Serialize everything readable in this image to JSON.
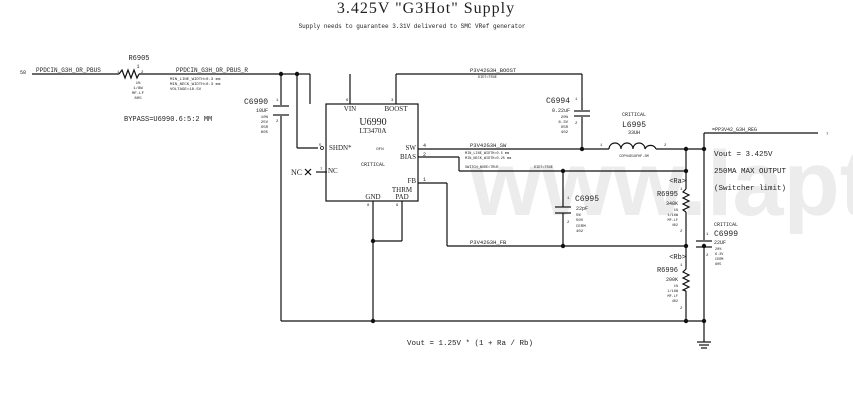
{
  "title": "3.425V \"G3Hot\" Supply",
  "subtitle": "Supply needs to guarantee 3.31V delivered to SMC VRef generator",
  "watermark": "www.laptop",
  "nets": {
    "input_offpage_pin": "58",
    "input_net": "PPDCIN_G3H_OR_PBUS",
    "input_net_r": "PPDCIN_G3H_OR_PBUS_R",
    "input_net_r_props": [
      "MIN_LINE_WIDTH=0.3 mm",
      "MIN_NECK_WIDTH=0.3 mm",
      "VOLTAGE=18.5V"
    ],
    "boost": "P3V42G3H_BOOST",
    "boost_props": "DIDT=TRUE",
    "sw": "P3V42G3H_SW",
    "sw_props": [
      "MIN_LINE_WIDTH=0.5 mm",
      "MIN_NECK_WIDTH=0.25 mm",
      "SWITCH_NODE=TRUE"
    ],
    "sw_didt": "DIDT=TRUE",
    "fb": "P3V42G3H_FB",
    "output_net": "=PP3V42_G3H_REG",
    "output_offpage_pin": "7"
  },
  "bypass_note": "BYPASS=U6990.6:5:2 MM",
  "components": {
    "r6905": {
      "ref": "R6905",
      "value": "1",
      "pin1": "1",
      "pin2": "2",
      "props": [
        "1%",
        "1/8W",
        "MF-LF",
        "805"
      ]
    },
    "c6990": {
      "ref": "C6990",
      "value": "10UF",
      "pin1": "1",
      "pin2": "2",
      "props": [
        "10%",
        "25V",
        "X5R",
        "805"
      ]
    },
    "u6990": {
      "ref": "U6990",
      "part": "LT3470A",
      "package": "DFN",
      "note": "CRITICAL",
      "pins": {
        "vin": {
          "name": "VIN",
          "num": "6"
        },
        "boost": {
          "name": "BOOST",
          "num": "3"
        },
        "shdn": {
          "name": "SHDN*",
          "num": "5"
        },
        "nc": {
          "name": "NC",
          "num": "7"
        },
        "sw": {
          "name": "SW",
          "num": "4"
        },
        "bias": {
          "name": "BIAS",
          "num": "2"
        },
        "fb": {
          "name": "FB",
          "num": "1"
        },
        "gnd": {
          "name": "GND",
          "num": "8"
        },
        "thrm": {
          "name": "THRM",
          "name2": "PAD",
          "num": "9"
        }
      }
    },
    "nc_label": "NC",
    "c6994": {
      "ref": "C6994",
      "value": "0.22uF",
      "pin1": "1",
      "pin2": "2",
      "props": [
        "20%",
        "6.3V",
        "X5R",
        "402"
      ]
    },
    "l6995": {
      "ref": "L6995",
      "note": "CRITICAL",
      "value": "33UH",
      "part": "CDPH4D19FHF-SM",
      "pin1": "1",
      "pin2": "2"
    },
    "c6995": {
      "ref": "C6995",
      "value": "22pF",
      "pin1": "1",
      "pin2": "2",
      "props": [
        "5%",
        "50V",
        "CERM",
        "402"
      ]
    },
    "r6995": {
      "ref": "R6995",
      "tag": "<Ra>",
      "value": "348K",
      "pin1": "1",
      "pin2": "2",
      "props": [
        "1%",
        "1/16W",
        "MF-LF",
        "402"
      ]
    },
    "r6996": {
      "ref": "R6996",
      "tag": "<Rb>",
      "value": "200K",
      "pin1": "1",
      "pin2": "2",
      "props": [
        "1%",
        "1/16W",
        "MF-LF",
        "402"
      ]
    },
    "c6999": {
      "ref": "C6999",
      "note": "CRITICAL",
      "value": "22UF",
      "pin1": "1",
      "pin2": "2",
      "props": [
        "20%",
        "6.3V",
        "CERM",
        "805"
      ]
    }
  },
  "notes": {
    "vout": "Vout = 3.425V",
    "max_output": "250MA MAX OUTPUT",
    "limit": "(Switcher limit)",
    "formula": "Vout = 1.25V * (1 + Ra / Rb)"
  }
}
